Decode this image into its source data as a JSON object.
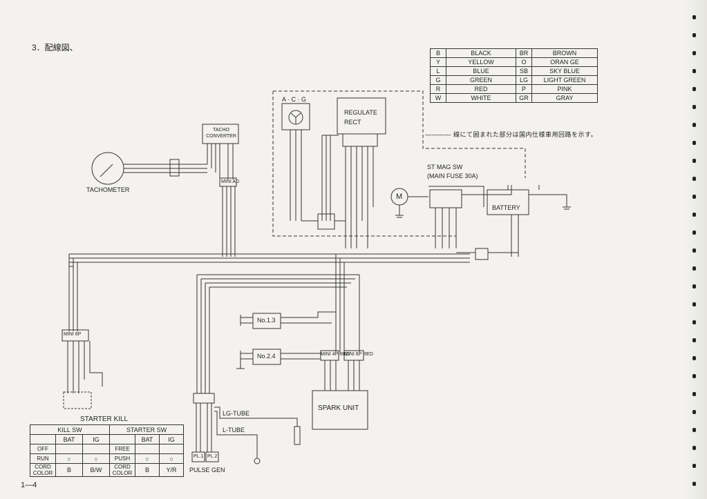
{
  "page": {
    "title": "3．配線図、",
    "footer": "1—4"
  },
  "color_legend": {
    "rows": [
      [
        "B",
        "BLACK",
        "BR",
        "BROWN"
      ],
      [
        "Y",
        "YELLOW",
        "O",
        "ORAN GE"
      ],
      [
        "L",
        "BLUE",
        "SB",
        "SKY BLUE"
      ],
      [
        "G",
        "GREEN",
        "LG",
        "LIGHT GREEN"
      ],
      [
        "R",
        "RED",
        "P",
        "PINK"
      ],
      [
        "W",
        "WHITE",
        "GR",
        "GRAY"
      ]
    ]
  },
  "note": "———— 線にて囲まれた部分は国内仕様車用回路を示す。",
  "components": {
    "tachometer": "TACHOMETER",
    "tacho_converter": "TACHO CONVERTER",
    "acg": "A · C · G",
    "regulate_rect": "REGULATE RECT",
    "st_mag_sw": "ST MAG SW",
    "main_fuse": "(MAIN FUSE 30A)",
    "motor": "M",
    "battery": "BATTERY",
    "coil_13": "No.1.3",
    "coil_24": "No.2.4",
    "spark_unit": "SPARK UNIT",
    "lg_tube": "LG-TUBE",
    "l_tube": "L-TUBE",
    "pulse_gen": "PULSE GEN",
    "pl1": "PL.1",
    "pl2": "PL.2",
    "mini_4p": "MINI 4P RED",
    "mini_6p": "MINI 6P RED",
    "mini_ad": "MINI AD",
    "mini_6p_left": "MINI 6P"
  },
  "starter_kill": {
    "title": "STARTER KILL",
    "kill_sw": "KILL SW",
    "starter_sw": "STARTER SW",
    "bat": "BAT",
    "ig": "IG",
    "rows": [
      {
        "left": "OFF",
        "k_bat": "",
        "k_ig": "",
        "right": "FREE",
        "s_bat": "",
        "s_ig": ""
      },
      {
        "left": "RUN",
        "k_bat": "○",
        "k_ig": "○",
        "right": "PUSH",
        "s_bat": "○",
        "s_ig": "○"
      },
      {
        "left": "CORD COLOR",
        "k_bat": "B",
        "k_ig": "B/W",
        "right": "CORD COLOR",
        "s_bat": "B",
        "s_ig": "Y/R"
      }
    ]
  }
}
